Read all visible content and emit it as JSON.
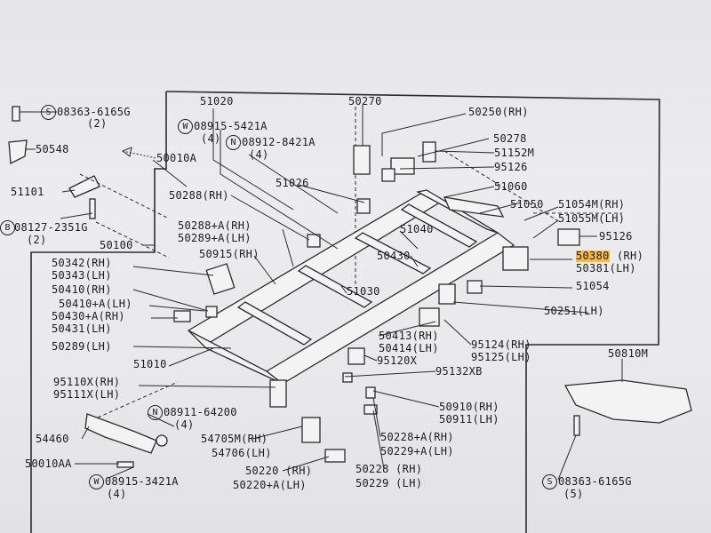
{
  "colors": {
    "highlight": "#ffaa00",
    "ink": "#1c1c1f",
    "paper": "#e9e9eb"
  },
  "labels": {
    "l51020": "51020",
    "l50270": "50270",
    "l50250": "50250(RH)",
    "l50278": "50278",
    "l51152M": "51152M",
    "l95126a": "95126",
    "l08363a": "08363-6165G",
    "l08363a_qty": "(2)",
    "l50548": "50548",
    "l08915a": "08915-5421A",
    "l08915a_qty": "(4)",
    "l08912": "08912-8421A",
    "l08912_qty": "(4)",
    "l50010A": "50010A",
    "l51026": "51026",
    "l51060": "51060",
    "l51101": "51101",
    "l50288rh": "50288(RH)",
    "l51050": "51050",
    "l51054M": "51054M(RH)",
    "l51055M": "51055M(LH)",
    "l08127": "08127-2351G",
    "l08127_qty": "(2)",
    "l50288a": "50288+A(RH)",
    "l50289a": "50289+A(LH)",
    "l51040": "51040",
    "l95126b": "95126",
    "l50100": "50100",
    "l50915": "50915(RH)",
    "l50430": "50430",
    "l50380_part": "50380",
    "l50380_side": "(RH)",
    "l50381": "50381(LH)",
    "l50342": "50342(RH)",
    "l50343": "50343(LH)",
    "l50410rh": "50410(RH)",
    "l50410lh": "50410+A(LH)",
    "l50430a": "50430+A(RH)",
    "l50431": "50431(LH)",
    "l51030": "51030",
    "l51054": "51054",
    "l50251": "50251(LH)",
    "l50413": "50413(RH)",
    "l50414": "50414(LH)",
    "l95124": "95124(RH)",
    "l95125": "95125(LH)",
    "l50289lh": "50289(LH)",
    "l95120X": "95120X",
    "l95132XB": "95132XB",
    "l51010": "51010",
    "l50810M": "50810M",
    "l95110X": "95110X(RH)",
    "l95111X": "95111X(LH)",
    "l08911": "08911-64200",
    "l08911_qty": "(4)",
    "l50910": "50910(RH)",
    "l50911": "50911(LH)",
    "l54460": "54460",
    "l54705": "54705M(RH)",
    "l54706": "54706(LH)",
    "l50228a": "50228+A(RH)",
    "l50229a": "50229+A(LH)",
    "l50010AA": "50010AA",
    "l08915b": "08915-3421A",
    "l08915b_qty": "(4)",
    "l50220": "50220 (RH)",
    "l50220a": "50220+A(LH)",
    "l50228": "50228 (RH)",
    "l50229": "50229 (LH)",
    "l08363b": "08363-6165G",
    "l08363b_qty": "(5)"
  },
  "symbols": {
    "s": "S",
    "w": "W",
    "n": "N",
    "b": "B"
  }
}
